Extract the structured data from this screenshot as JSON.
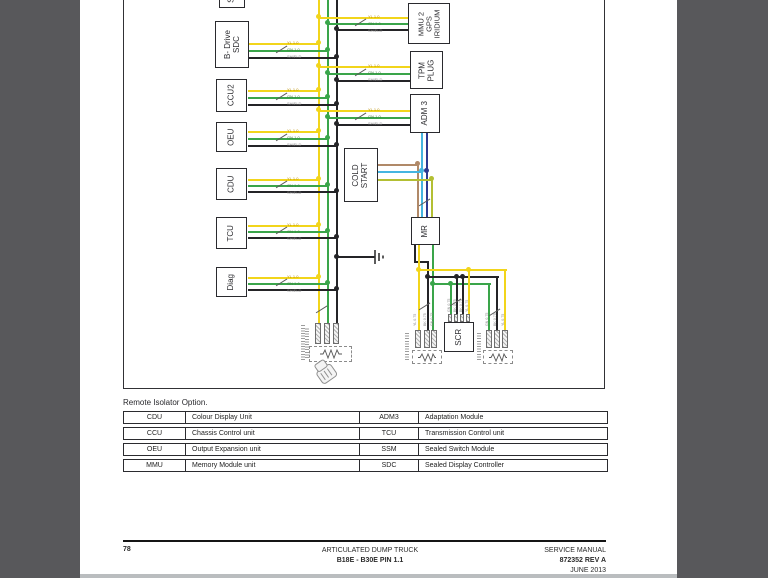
{
  "caption": "Remote Isolator Option.",
  "diagram": {
    "left_boxes": [
      {
        "id": "ssm",
        "lines": [
          "S"
        ]
      },
      {
        "id": "bdrive-sdc",
        "lines": [
          "B- Drive",
          "SDC"
        ]
      },
      {
        "id": "ccu2",
        "lines": [
          "CCU2"
        ]
      },
      {
        "id": "oeu",
        "lines": [
          "OEU"
        ]
      },
      {
        "id": "cdu",
        "lines": [
          "CDU"
        ]
      },
      {
        "id": "tcu",
        "lines": [
          "TCU"
        ]
      },
      {
        "id": "diag",
        "lines": [
          "Diag"
        ]
      }
    ],
    "right_boxes": [
      {
        "id": "mmu2-gps-iridium",
        "lines": [
          "MMU 2",
          "GPS",
          "IRIDIUM"
        ]
      },
      {
        "id": "tpm-plug",
        "lines": [
          "TPM",
          "PLUG"
        ]
      },
      {
        "id": "adm3",
        "lines": [
          "ADM 3"
        ]
      },
      {
        "id": "cold-start",
        "lines": [
          "COLD",
          "START"
        ]
      },
      {
        "id": "mr",
        "lines": [
          "MR"
        ]
      },
      {
        "id": "scr",
        "lines": [
          "SCR"
        ]
      }
    ],
    "wire_labels": {
      "yl": "YL 1.0",
      "gn": "GN 1.0",
      "shield": "SHIELD",
      "yl075": "YL 0.75",
      "gn075": "GN 0.75",
      "bk075": "BK 0.75"
    },
    "wire_colors": {
      "yellow": "#f2d51b",
      "green": "#3aa54a",
      "black": "#242427",
      "light_blue": "#45b5e0",
      "dark_blue": "#2b3990",
      "brown": "#b08968",
      "olive": "#b3bf33"
    }
  },
  "legend_table": {
    "rows": [
      {
        "abbr_left": "CDU",
        "desc_left": "Colour Display Unit",
        "abbr_right": "ADM3",
        "desc_right": "Adaptation Module"
      },
      {
        "abbr_left": "CCU",
        "desc_left": "Chassis Control unit",
        "abbr_right": "TCU",
        "desc_right": "Transmission Control unit"
      },
      {
        "abbr_left": "OEU",
        "desc_left": "Output Expansion unit",
        "abbr_right": "SSM",
        "desc_right": "Sealed Switch Module"
      },
      {
        "abbr_left": "MMU",
        "desc_left": "Memory Module unit",
        "abbr_right": "SDC",
        "desc_right": "Sealed Display Controller"
      }
    ]
  },
  "footer": {
    "page_number": "78",
    "center_line1": "ARTICULATED DUMP TRUCK",
    "center_line2": "B18E - B30E PIN 1.1",
    "right_line1": "SERVICE MANUAL",
    "right_line2": "872352 REV A",
    "right_line3": "JUNE 2013"
  }
}
